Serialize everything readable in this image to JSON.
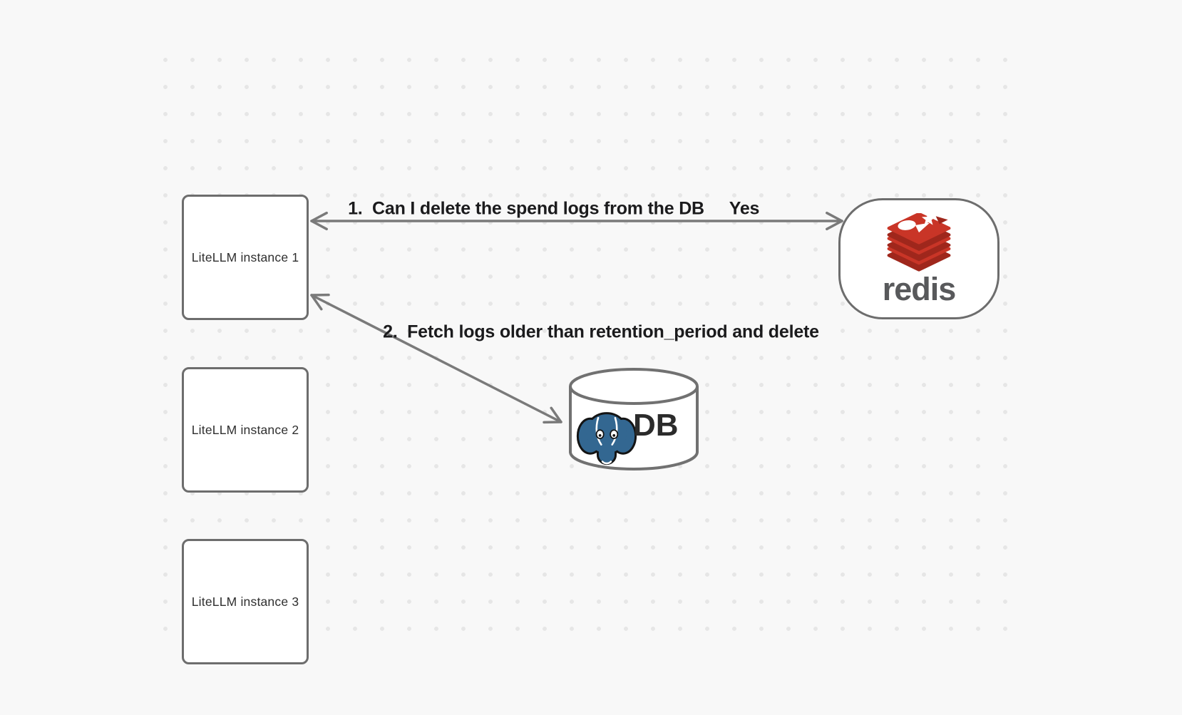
{
  "diagram": {
    "title_hint": "LiteLLM spend-log cleanup flow",
    "background": {
      "color": "#f8f8f8",
      "dot_color": "#e6e6e6"
    },
    "instances": [
      {
        "label": "LiteLLM instance 1"
      },
      {
        "label": "LiteLLM instance 2"
      },
      {
        "label": "LiteLLM instance 3"
      }
    ],
    "redis": {
      "wordmark": "redis"
    },
    "db": {
      "label": "DB"
    },
    "arrows": {
      "redis_query": {
        "label": "1.  Can I delete the spend logs from the DB",
        "answer": "Yes"
      },
      "db_fetch": {
        "label": "2.  Fetch logs older than retention_period and delete"
      }
    },
    "colors": {
      "shape_border": "#6d6d6d",
      "arrow": "#7a7a7a",
      "label_text": "#1b1b1d",
      "node_text": "#2f2f2f",
      "redis_red": "#c93527",
      "redis_red_dark": "#9f271c",
      "redis_wordmark_gray": "#58595b",
      "postgres_blue": "#336791"
    }
  }
}
